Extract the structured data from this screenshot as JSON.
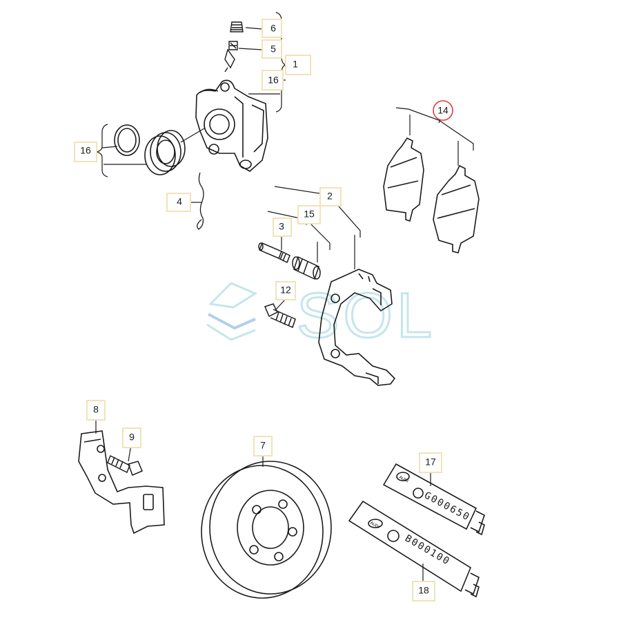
{
  "callouts": {
    "c1": "1",
    "c2": "2",
    "c3": "3",
    "c4": "4",
    "c5": "5",
    "c6": "6",
    "c7": "7",
    "c8": "8",
    "c9": "9",
    "c12": "12",
    "c14": "14",
    "c15": "15",
    "c16a": "16",
    "c16b": "16",
    "c17": "17",
    "c18": "18"
  },
  "tubes": {
    "t17_code": "G000650",
    "t18_code": "B000100",
    "brand": "AUDI"
  },
  "watermark": "SOL",
  "colors": {
    "line": "#1a1a1a",
    "callout_box": "#f2e2b8",
    "highlight_ring": "#e23b3b",
    "watermark": "#bfe3ea",
    "watermark_accent": "#5b8fd6"
  }
}
